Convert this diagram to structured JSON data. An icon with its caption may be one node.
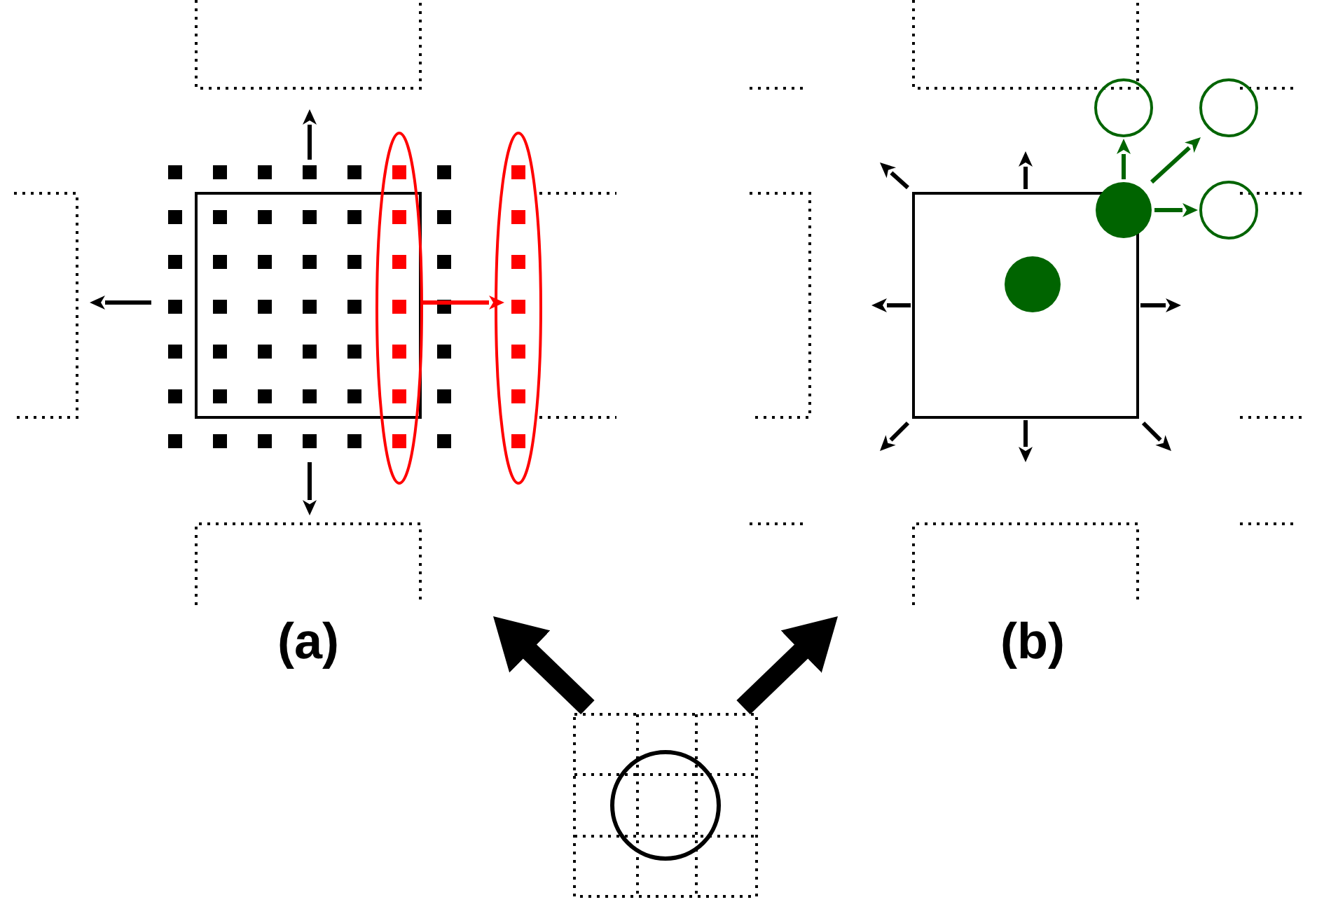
{
  "diagram": {
    "nodes": [
      {
        "text": [],
        "shape": "picture",
        "beside": [
          "(a)"
        ]
      },
      {
        "text": [],
        "shape": "picture",
        "beside": [
          "(b)"
        ]
      },
      {
        "text": [],
        "shape": "box"
      }
    ],
    "edges": [
      {
        "from": 2,
        "to": 0,
        "arrow": "to"
      },
      {
        "from": 2,
        "to": 1,
        "arrow": "to"
      }
    ]
  }
}
